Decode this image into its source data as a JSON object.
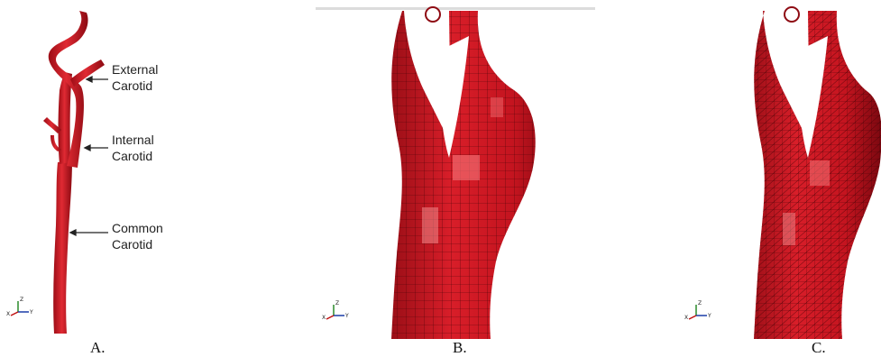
{
  "panelA": {
    "labels": [
      {
        "line1": "External",
        "line2": "Carotid"
      },
      {
        "line1": "Internal",
        "line2": "Carotid"
      },
      {
        "line1": "Common",
        "line2": "Carotid"
      }
    ],
    "caption": "A.",
    "axis": {
      "x": "X",
      "y": "Y",
      "z": "Z"
    }
  },
  "panelB": {
    "caption": "B.",
    "axis": {
      "x": "X",
      "y": "Y",
      "z": "Z"
    }
  },
  "panelC": {
    "caption": "C.",
    "axis": {
      "x": "X",
      "y": "Y",
      "z": "Z"
    }
  },
  "colors": {
    "vessel": "#c8121f",
    "vesselDark": "#8f0a12",
    "vesselLight": "#e8333c",
    "mesh": "#5a0508"
  }
}
